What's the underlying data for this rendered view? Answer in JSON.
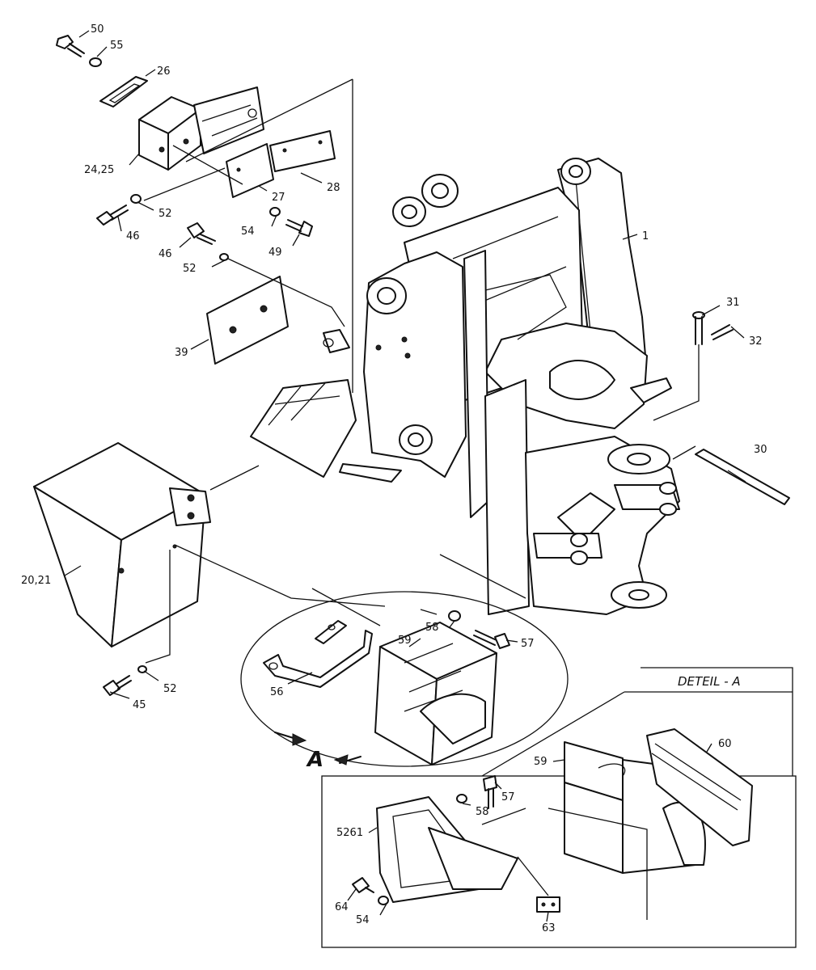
{
  "labels": {
    "p50": "50",
    "p55": "55",
    "p26": "26",
    "p24_25": "24,25",
    "p27": "27",
    "p28": "28",
    "p52a": "52",
    "p46a": "46",
    "p46b": "46",
    "p52b": "52",
    "p54a": "54",
    "p49": "49",
    "p39": "39",
    "p1": "1",
    "p31": "31",
    "p32": "32",
    "p30": "30",
    "p20_21": "20,21",
    "p58a": "58",
    "p57a": "57",
    "p59a": "59",
    "p56": "56",
    "p52c": "52",
    "p45": "45",
    "p60": "60",
    "p59b": "59",
    "p57b": "57",
    "p58b": "58",
    "p5261": "5261",
    "p64": "64",
    "p54b": "54",
    "p63": "63"
  },
  "detail": {
    "title": "DETEIL - A",
    "marker": "A"
  }
}
